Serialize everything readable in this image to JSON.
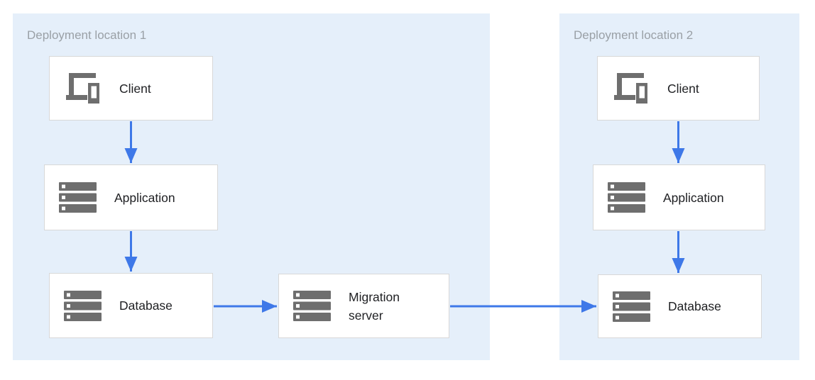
{
  "zones": [
    {
      "label": "Deployment location 1",
      "nodes": [
        {
          "label": "Client",
          "icon": "devices-icon"
        },
        {
          "label": "Application",
          "icon": "server-icon"
        },
        {
          "label": "Database",
          "icon": "server-icon"
        }
      ]
    },
    {
      "label": "Deployment location 2",
      "nodes": [
        {
          "label": "Client",
          "icon": "devices-icon"
        },
        {
          "label": "Application",
          "icon": "server-icon"
        },
        {
          "label": "Database",
          "icon": "server-icon"
        }
      ]
    }
  ],
  "connector_nodes": [
    {
      "label": "Migration server",
      "icon": "server-icon"
    }
  ],
  "edges": [
    {
      "from": "zone1-client",
      "to": "zone1-application",
      "direction": "down"
    },
    {
      "from": "zone1-application",
      "to": "zone1-database",
      "direction": "down"
    },
    {
      "from": "zone1-database",
      "to": "migration-server",
      "direction": "right"
    },
    {
      "from": "migration-server",
      "to": "zone2-database",
      "direction": "right"
    },
    {
      "from": "zone2-client",
      "to": "zone2-application",
      "direction": "down"
    },
    {
      "from": "zone2-application",
      "to": "zone2-database",
      "direction": "down"
    }
  ],
  "colors": {
    "zone_background": "#E5EFFA",
    "node_background": "#FFFFFF",
    "node_border": "#D8D8D8",
    "arrow": "#3E78E8",
    "icon": "#6E6E6E",
    "zone_label": "#9AA0A6",
    "node_label": "#202124"
  }
}
